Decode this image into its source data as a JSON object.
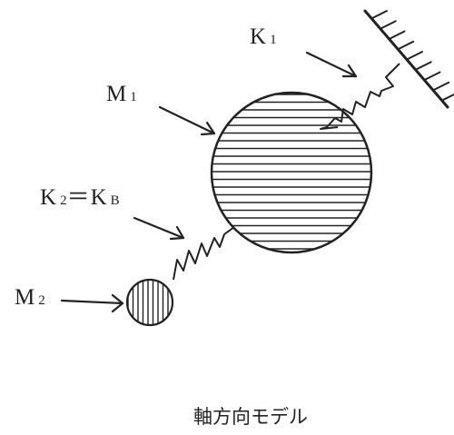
{
  "labels": {
    "k1": {
      "main": "K",
      "sub": "1"
    },
    "m1": {
      "main": "M",
      "sub": "1"
    },
    "k2kb": {
      "main_left": "K",
      "sub_left": "2",
      "equals": "＝",
      "main_right": "K",
      "sub_right": "B"
    },
    "m2": {
      "main": "M",
      "sub": "2"
    }
  },
  "caption": "軸方向モデル",
  "colors": {
    "ink": "#222222",
    "background": "#ffffff"
  }
}
